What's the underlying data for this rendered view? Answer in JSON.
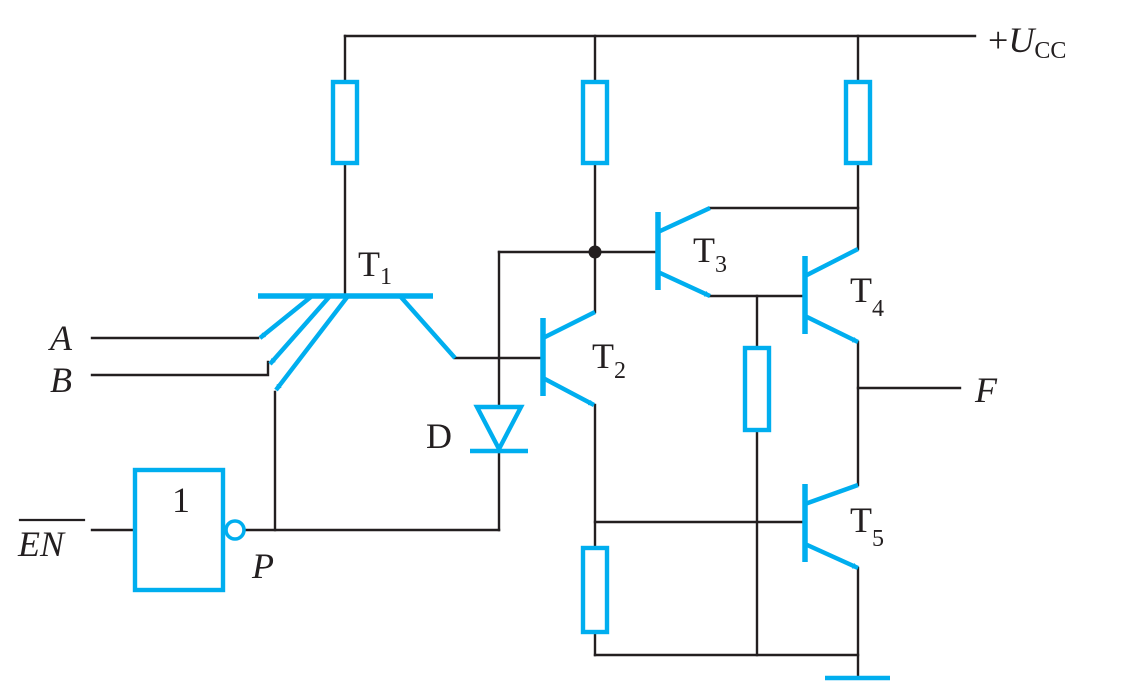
{
  "labels": {
    "vcc_sign": "+",
    "vcc_symbol": "U",
    "vcc_sub": "CC",
    "t1": "T",
    "t1_sub": "1",
    "t2": "T",
    "t2_sub": "2",
    "t3": "T",
    "t3_sub": "3",
    "t4": "T",
    "t4_sub": "4",
    "t5": "T",
    "t5_sub": "5",
    "input_a": "A",
    "input_b": "B",
    "enable": "EN",
    "node_p": "P",
    "diode": "D",
    "output": "F",
    "gate_value": "1"
  },
  "colors": {
    "component": "#00aeef",
    "wire": "#231f20",
    "background": "#ffffff"
  }
}
